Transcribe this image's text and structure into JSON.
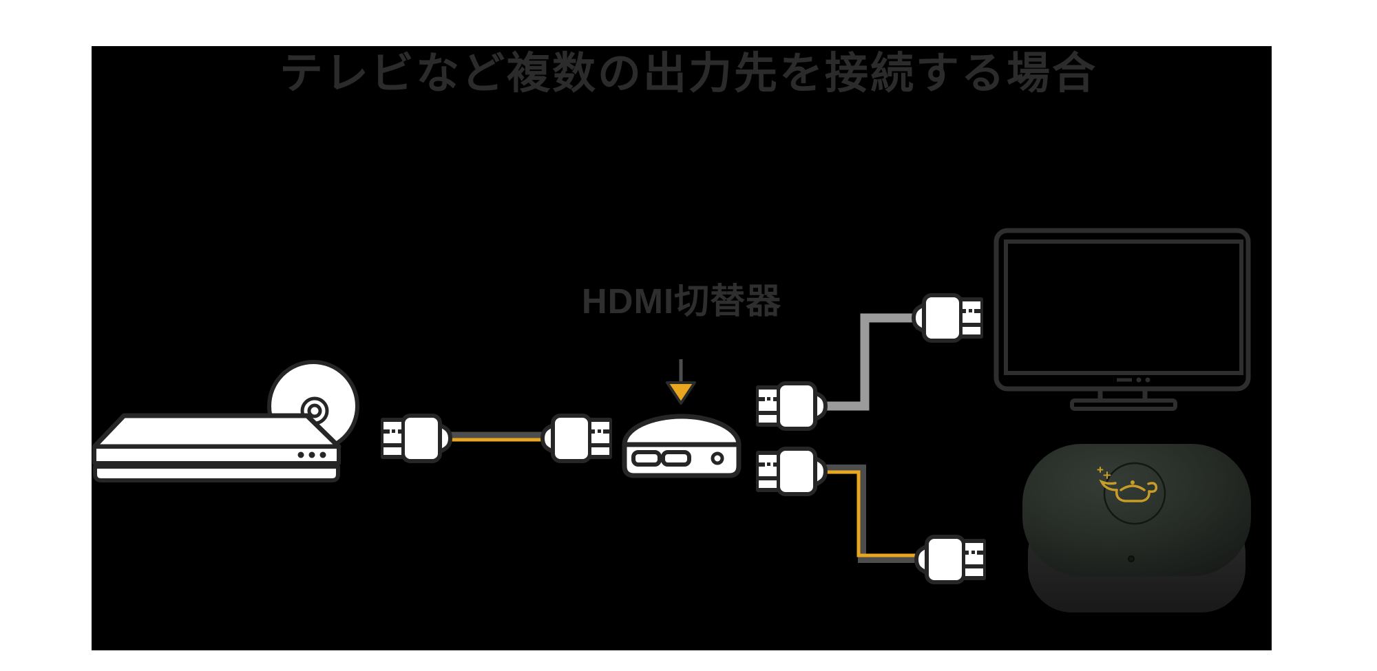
{
  "header": {
    "title": "テレビなど複数の出力先を接続する場合"
  },
  "diagram": {
    "switcher_label": "HDMI切替器",
    "icons": [
      "blu-ray-player-icon",
      "disc-icon",
      "hdmi-plug-icon",
      "hdmi-cable",
      "hdmi-switcher-icon",
      "down-arrow-icon",
      "tv-icon",
      "streaming-device-photo",
      "lamp-logo-icon"
    ]
  },
  "colors": {
    "page_bg": "#ffffff",
    "panel_bg": "#000000",
    "title_text": "#2b2b2b",
    "label_text": "#2e2e2e",
    "outline": "#262626",
    "white_fill": "#ffffff",
    "accent_yellow": "#e9a61f",
    "cable_dark": "#4d4d4d",
    "cable_light": "#9b9b9b",
    "tv_stroke": "#2e2e2e",
    "logo_gold": "#c79d27"
  }
}
